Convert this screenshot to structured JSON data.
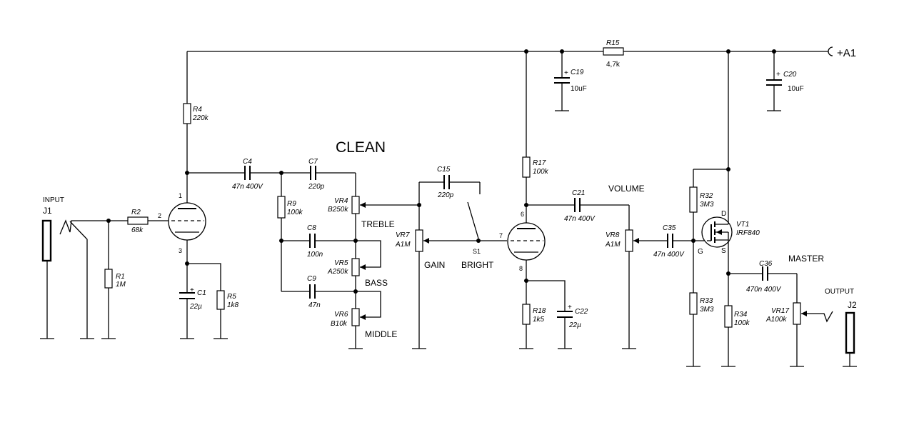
{
  "section_title": "CLEAN",
  "supply": {
    "label": "+A1"
  },
  "labels": {
    "input": "INPUT",
    "output": "OUTPUT",
    "treble": "TREBLE",
    "bass": "BASS",
    "middle": "MIDDLE",
    "gain": "GAIN",
    "bright": "BRIGHT",
    "volume": "VOLUME",
    "master": "MASTER"
  },
  "jacks": {
    "j1": "J1",
    "j2": "J2"
  },
  "switch": {
    "s1": "S1"
  },
  "tube_pins": {
    "v1": [
      "1",
      "2",
      "3"
    ],
    "v2": [
      "6",
      "7",
      "8"
    ]
  },
  "transistor": {
    "ref": "VT1",
    "model": "IRF840",
    "d": "D",
    "g": "G",
    "s": "S"
  },
  "resistors": {
    "r1": {
      "ref": "R1",
      "value": "1M"
    },
    "r2": {
      "ref": "R2",
      "value": "68k"
    },
    "r4": {
      "ref": "R4",
      "value": "220k"
    },
    "r5": {
      "ref": "R5",
      "value": "1k8"
    },
    "r9": {
      "ref": "R9",
      "value": "100k"
    },
    "r15": {
      "ref": "R15",
      "value": "4,7k"
    },
    "r17": {
      "ref": "R17",
      "value": "100k"
    },
    "r18": {
      "ref": "R18",
      "value": "1k5"
    },
    "r32": {
      "ref": "R32",
      "value": "3M3"
    },
    "r33": {
      "ref": "R33",
      "value": "3M3"
    },
    "r34": {
      "ref": "R34",
      "value": "100k"
    }
  },
  "capacitors": {
    "c1": {
      "ref": "C1",
      "value": "22µ"
    },
    "c4": {
      "ref": "C4",
      "value": "47n 400V"
    },
    "c7": {
      "ref": "C7",
      "value": "220p"
    },
    "c8": {
      "ref": "C8",
      "value": "100n"
    },
    "c9": {
      "ref": "C9",
      "value": "47n"
    },
    "c15": {
      "ref": "C15",
      "value": "220p"
    },
    "c19": {
      "ref": "C19",
      "value": "10uF"
    },
    "c20": {
      "ref": "C20",
      "value": "10uF"
    },
    "c21": {
      "ref": "C21",
      "value": "47n 400V"
    },
    "c22": {
      "ref": "C22",
      "value": "22µ"
    },
    "c35": {
      "ref": "C35",
      "value": "47n 400V"
    },
    "c36": {
      "ref": "C36",
      "value": "470n 400V"
    }
  },
  "pots": {
    "vr4": {
      "ref": "VR4",
      "value": "B250k"
    },
    "vr5": {
      "ref": "VR5",
      "value": "A250k"
    },
    "vr6": {
      "ref": "VR6",
      "value": "B10k"
    },
    "vr7": {
      "ref": "VR7",
      "value": "A1M"
    },
    "vr8": {
      "ref": "VR8",
      "value": "A1M"
    },
    "vr17": {
      "ref": "VR17",
      "value": "A100k"
    }
  }
}
